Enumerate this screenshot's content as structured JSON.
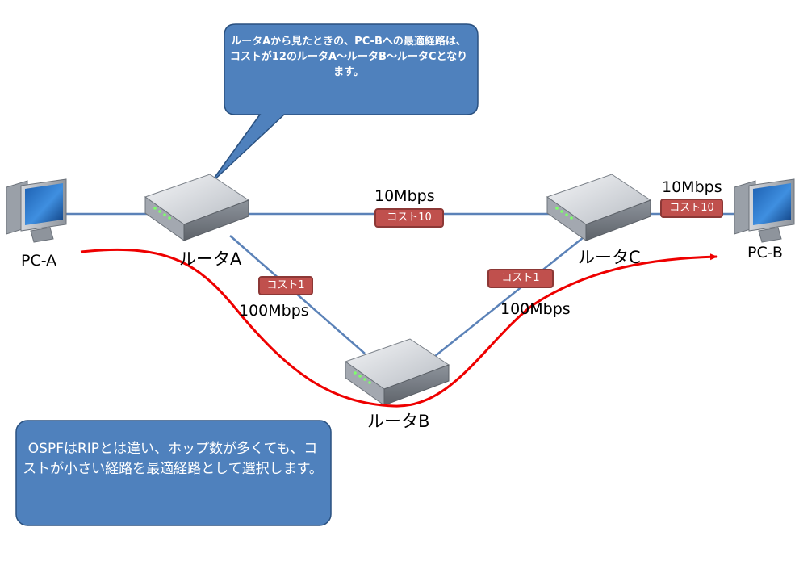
{
  "callout": {
    "text": "ルータAから見たときの、PC-Bへの最適経路は、コストが12のルータA～ルータB～ルータCとなります。"
  },
  "note": {
    "text": "OSPFはRIPとは違い、ホップ数が多くても、コストが小さい経路を最適経路として選択します。"
  },
  "nodes": {
    "pc_a": "PC-A",
    "pc_b": "PC-B",
    "router_a": "ルータA",
    "router_b": "ルータB",
    "router_c": "ルータC"
  },
  "links": {
    "a_c": {
      "speed": "10Mbps",
      "cost": "コスト10"
    },
    "c_pcb": {
      "speed": "10Mbps",
      "cost": "コスト10"
    },
    "a_b": {
      "speed": "100Mbps",
      "cost": "コスト1"
    },
    "b_c": {
      "speed": "100Mbps",
      "cost": "コスト1"
    }
  },
  "colors": {
    "link_line": "#5b82b8",
    "path_arrow": "#ee0000",
    "cost_badge": "#c0504d",
    "callout_fill": "#4f81bd"
  }
}
